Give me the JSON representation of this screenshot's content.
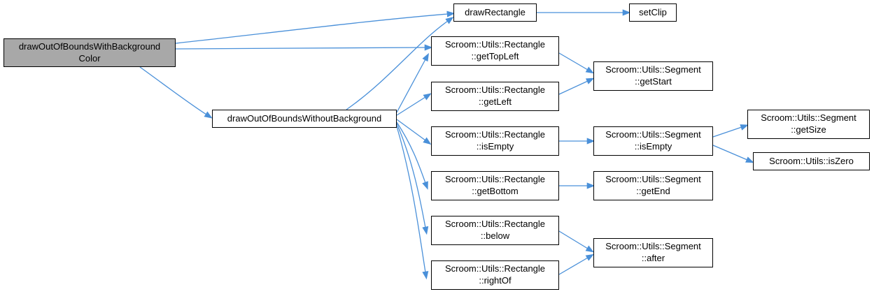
{
  "graph": {
    "type": "call-graph",
    "colors": {
      "edge": "#4a90d9",
      "node_background": "#ffffff",
      "node_border": "#000000",
      "highlight_background": "#a8a8a8",
      "page_background": "#ffffff"
    },
    "nodes": {
      "withBg": {
        "label": "drawOutOfBoundsWithBackground\nColor",
        "highlighted": true
      },
      "withoutBg": {
        "label": "drawOutOfBoundsWithoutBackground",
        "highlighted": false
      },
      "drawRectangle": {
        "label": "drawRectangle",
        "highlighted": false
      },
      "setClip": {
        "label": "setClip",
        "highlighted": false
      },
      "rect_getTopLeft": {
        "label": "Scroom::Utils::Rectangle\n::getTopLeft",
        "highlighted": false
      },
      "rect_getLeft": {
        "label": "Scroom::Utils::Rectangle\n::getLeft",
        "highlighted": false
      },
      "rect_isEmpty": {
        "label": "Scroom::Utils::Rectangle\n::isEmpty",
        "highlighted": false
      },
      "rect_getBottom": {
        "label": "Scroom::Utils::Rectangle\n::getBottom",
        "highlighted": false
      },
      "rect_below": {
        "label": "Scroom::Utils::Rectangle\n::below",
        "highlighted": false
      },
      "rect_rightOf": {
        "label": "Scroom::Utils::Rectangle\n::rightOf",
        "highlighted": false
      },
      "seg_getStart": {
        "label": "Scroom::Utils::Segment\n::getStart",
        "highlighted": false
      },
      "seg_isEmpty": {
        "label": "Scroom::Utils::Segment\n::isEmpty",
        "highlighted": false
      },
      "seg_getEnd": {
        "label": "Scroom::Utils::Segment\n::getEnd",
        "highlighted": false
      },
      "seg_after": {
        "label": "Scroom::Utils::Segment\n::after",
        "highlighted": false
      },
      "seg_getSize": {
        "label": "Scroom::Utils::Segment\n::getSize",
        "highlighted": false
      },
      "isZero": {
        "label": "Scroom::Utils::isZero",
        "highlighted": false
      }
    },
    "edges": [
      {
        "from": "drawOutOfBoundsWithBackgroundColor",
        "to": "drawRectangle"
      },
      {
        "from": "drawOutOfBoundsWithBackgroundColor",
        "to": "Scroom::Utils::Rectangle::getTopLeft"
      },
      {
        "from": "drawOutOfBoundsWithBackgroundColor",
        "to": "drawOutOfBoundsWithoutBackground"
      },
      {
        "from": "drawOutOfBoundsWithoutBackground",
        "to": "drawRectangle"
      },
      {
        "from": "drawOutOfBoundsWithoutBackground",
        "to": "Scroom::Utils::Rectangle::getTopLeft"
      },
      {
        "from": "drawOutOfBoundsWithoutBackground",
        "to": "Scroom::Utils::Rectangle::getLeft"
      },
      {
        "from": "drawOutOfBoundsWithoutBackground",
        "to": "Scroom::Utils::Rectangle::isEmpty"
      },
      {
        "from": "drawOutOfBoundsWithoutBackground",
        "to": "Scroom::Utils::Rectangle::getBottom"
      },
      {
        "from": "drawOutOfBoundsWithoutBackground",
        "to": "Scroom::Utils::Rectangle::below"
      },
      {
        "from": "drawOutOfBoundsWithoutBackground",
        "to": "Scroom::Utils::Rectangle::rightOf"
      },
      {
        "from": "drawRectangle",
        "to": "setClip"
      },
      {
        "from": "Scroom::Utils::Rectangle::getTopLeft",
        "to": "Scroom::Utils::Segment::getStart"
      },
      {
        "from": "Scroom::Utils::Rectangle::getLeft",
        "to": "Scroom::Utils::Segment::getStart"
      },
      {
        "from": "Scroom::Utils::Rectangle::isEmpty",
        "to": "Scroom::Utils::Segment::isEmpty"
      },
      {
        "from": "Scroom::Utils::Rectangle::getBottom",
        "to": "Scroom::Utils::Segment::getEnd"
      },
      {
        "from": "Scroom::Utils::Rectangle::below",
        "to": "Scroom::Utils::Segment::after"
      },
      {
        "from": "Scroom::Utils::Rectangle::rightOf",
        "to": "Scroom::Utils::Segment::after"
      },
      {
        "from": "Scroom::Utils::Segment::isEmpty",
        "to": "Scroom::Utils::Segment::getSize"
      },
      {
        "from": "Scroom::Utils::Segment::isEmpty",
        "to": "Scroom::Utils::isZero"
      }
    ]
  }
}
